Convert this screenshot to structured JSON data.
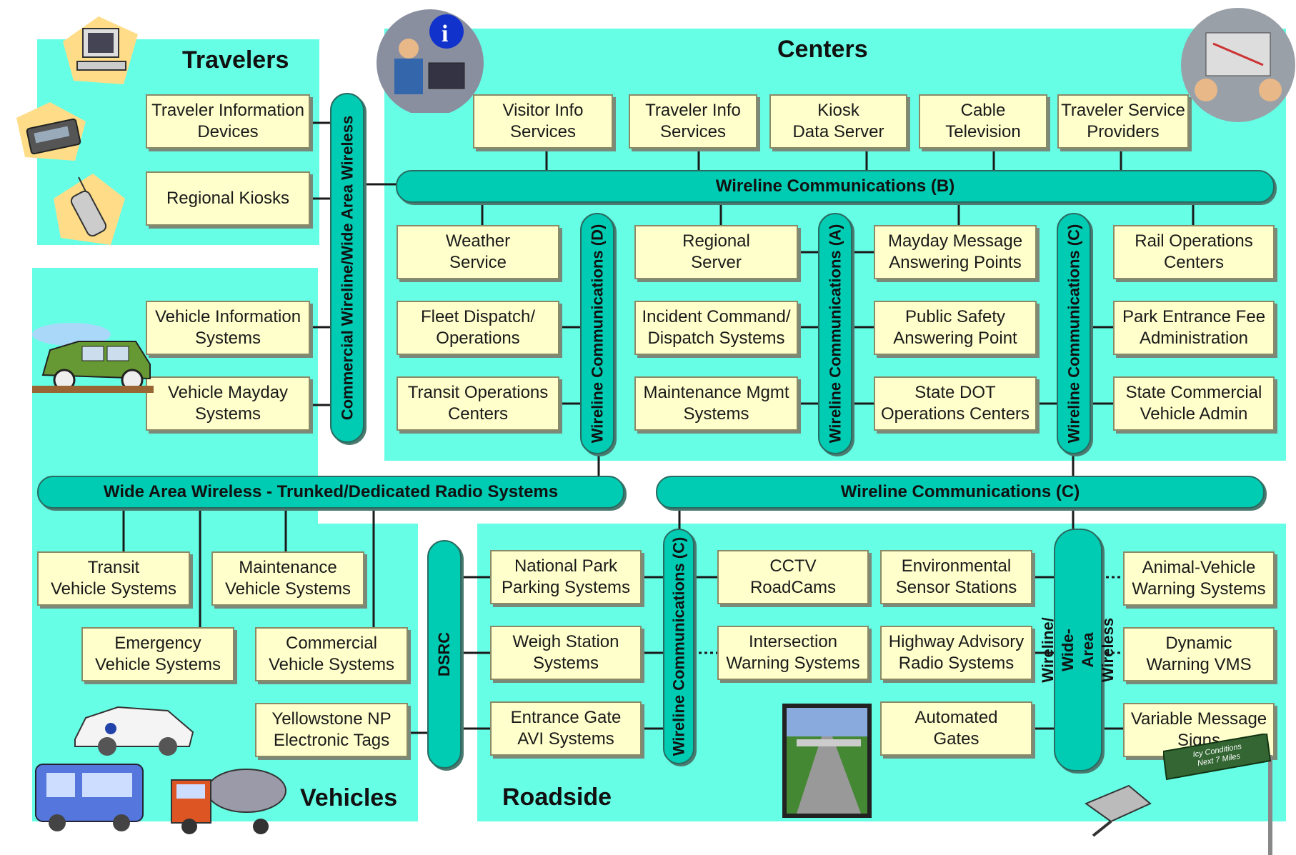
{
  "regions": {
    "travelers": "Travelers",
    "centers": "Centers",
    "vehicles": "Vehicles",
    "roadside": "Roadside"
  },
  "buses": {
    "wireline_b": "Wireline Communications (B)",
    "wireline_c_mid": "Wireline Communications (C)",
    "wide_area_trunked": "Wide Area Wireless - Trunked/Dedicated Radio Systems",
    "commercial_wide_area": "Commercial Wireline/Wide Area Wireless",
    "wireline_d": "Wireline Communications (D)",
    "wireline_a": "Wireline Communications (A)",
    "wireline_c_right": "Wireline Communications (C)",
    "dsrc": "DSRC",
    "wireline_c_road": "Wireline Communications (C)",
    "wireline_wide_area": "Wireline/\nWide-Area Wireless"
  },
  "travelers": {
    "traveler_info_devices": "Traveler Information\nDevices",
    "regional_kiosks": "Regional Kiosks"
  },
  "centers_top": {
    "visitor_info": "Visitor Info\nServices",
    "traveler_info": "Traveler Info\nServices",
    "kiosk_data": "Kiosk\nData Server",
    "cable_tv": "Cable\nTelevision",
    "traveler_service": "Traveler Service\nProviders"
  },
  "centers": {
    "weather": "Weather\nService",
    "fleet": "Fleet Dispatch/\nOperations",
    "transit_ops": "Transit Operations\nCenters",
    "regional_server": "Regional\nServer",
    "incident": "Incident Command/\nDispatch Systems",
    "maintenance_mgmt": "Maintenance Mgmt\nSystems",
    "mayday": "Mayday Message\nAnswering Points",
    "public_safety": "Public Safety\nAnswering Point",
    "state_dot": "State DOT\nOperations Centers",
    "rail": "Rail Operations\nCenters",
    "park_fee": "Park Entrance Fee\nAdministration",
    "state_cv": "State Commercial\nVehicle Admin"
  },
  "vehicles": {
    "vehicle_info": "Vehicle Information\nSystems",
    "vehicle_mayday": "Vehicle Mayday\nSystems",
    "transit_vs": "Transit\nVehicle Systems",
    "maintenance_vs": "Maintenance\nVehicle Systems",
    "emergency_vs": "Emergency\nVehicle Systems",
    "commercial_vs": "Commercial\nVehicle Systems",
    "yellowstone": "Yellowstone NP\nElectronic Tags"
  },
  "roadside": {
    "national_park": "National Park\nParking Systems",
    "weigh_station": "Weigh Station\nSystems",
    "entrance_gate": "Entrance Gate\nAVI Systems",
    "cctv": "CCTV\nRoadCams",
    "intersection": "Intersection\nWarning Systems",
    "environmental": "Environmental\nSensor Stations",
    "highway_advisory": "Highway Advisory\nRadio Systems",
    "automated_gates": "Automated\nGates",
    "animal_vehicle": "Animal-Vehicle\nWarning Systems",
    "dynamic_vms": "Dynamic\nWarning VMS",
    "variable_msg": "Variable Message\nSigns"
  },
  "sign_text": "Icy Conditions\nNext 7 Miles",
  "colors": {
    "region_bg": "#66ffe6",
    "box_bg": "#ffffcc",
    "bus_bg": "#00ccb3",
    "line": "#1a1a1a"
  }
}
